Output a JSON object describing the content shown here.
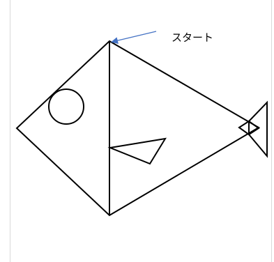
{
  "diagram": {
    "start_label": "スタート",
    "colors": {
      "ink": "#000000",
      "arrow": "#4472c4",
      "frame": "#d9d9d9",
      "background": "#ffffff"
    },
    "shapes": [
      "fish-body-outline",
      "center-vertical-line",
      "eye-circle",
      "fin-triangle",
      "tail-join-diamond",
      "tail-triangle",
      "start-arrow"
    ]
  }
}
